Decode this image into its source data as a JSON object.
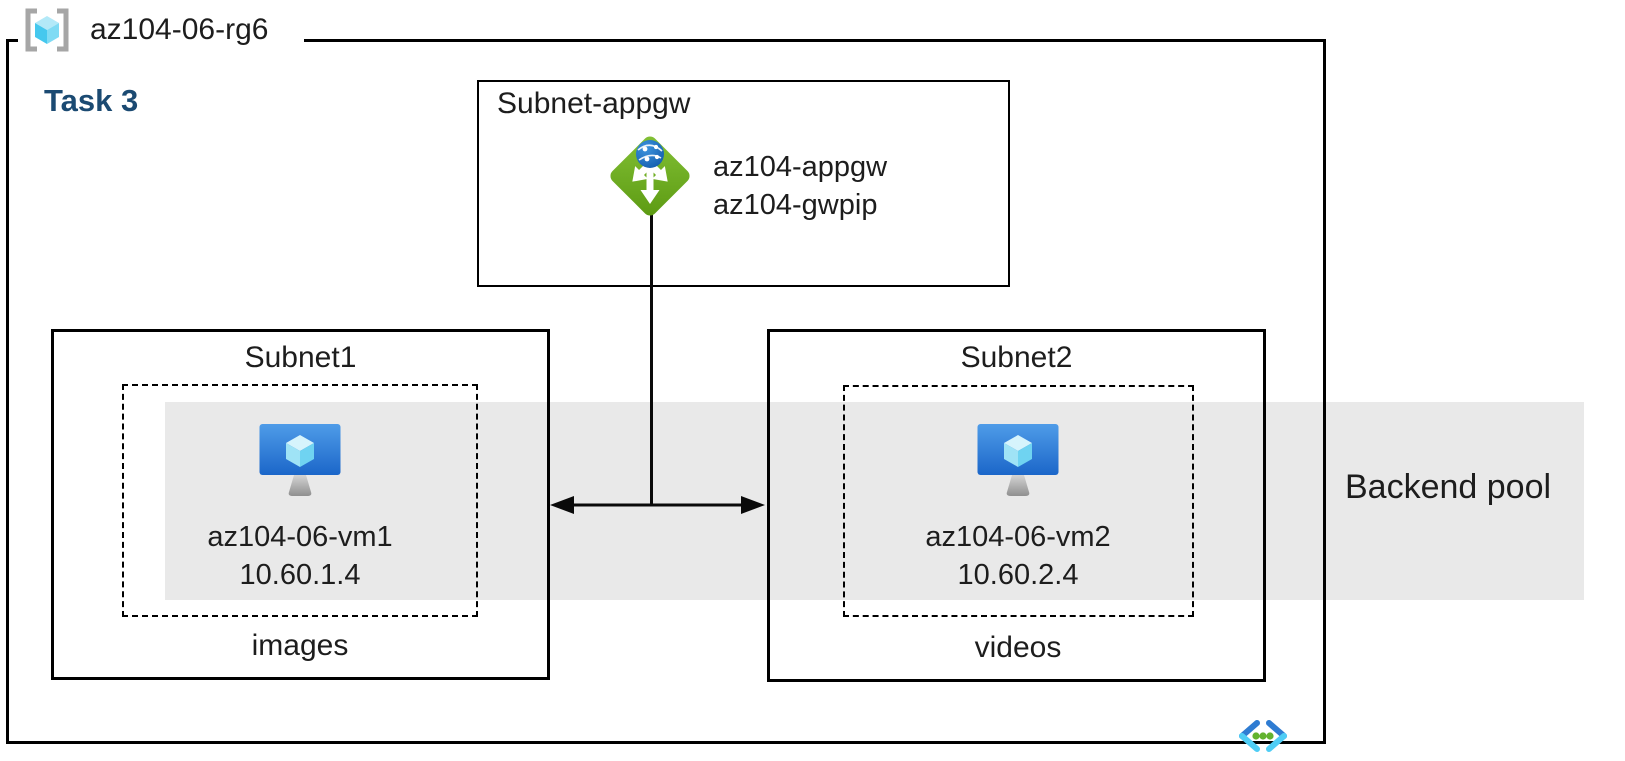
{
  "resource_group": {
    "name": "az104-06-rg6",
    "task_label": "Task 3"
  },
  "appgw_subnet": {
    "title": "Subnet-appgw",
    "gateway_name": "az104-appgw",
    "gateway_pip": "az104-gwpip"
  },
  "subnet1": {
    "title": "Subnet1",
    "vm_name": "az104-06-vm1",
    "vm_ip": "10.60.1.4",
    "container_label": "images"
  },
  "subnet2": {
    "title": "Subnet2",
    "vm_name": "az104-06-vm2",
    "vm_ip": "10.60.2.4",
    "container_label": "videos"
  },
  "backend_pool_label": "Backend pool",
  "icons": {
    "resource_group": "resource-group-icon",
    "application_gateway": "application-gateway-icon",
    "virtual_machine": "virtual-machine-icon",
    "virtual_network": "virtual-network-icon"
  },
  "colors": {
    "backend_band": "#e9e9e9",
    "task_label": "#1b4a72",
    "appgw_green": "#6fae22",
    "vm_blue": "#1b66c9",
    "cube_cyan": "#50c7f0",
    "bracket_gray": "#a6a6a6",
    "border_black": "#000000"
  }
}
